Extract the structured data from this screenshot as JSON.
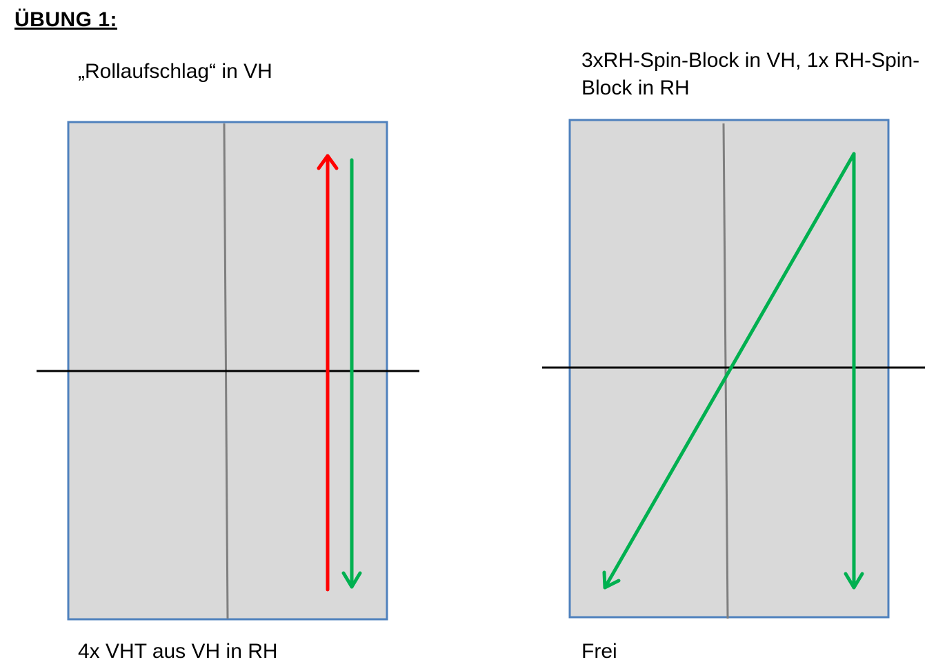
{
  "title": "ÜBUNG 1:",
  "left_court": {
    "top_label": "„Rollaufschlag“ in VH",
    "bottom_label": "4x VHT aus VH in RH"
  },
  "right_court": {
    "top_label": "3xRH-Spin-Block in VH, 1x RH-Spin-Block in RH",
    "bottom_label": "Frei"
  },
  "colors": {
    "table_fill": "#d9d9d9",
    "table_border": "#4f81bd",
    "center_line": "#7f7f7f",
    "net": "#000000",
    "arrow_red": "#ff0000",
    "arrow_green": "#00b050"
  }
}
